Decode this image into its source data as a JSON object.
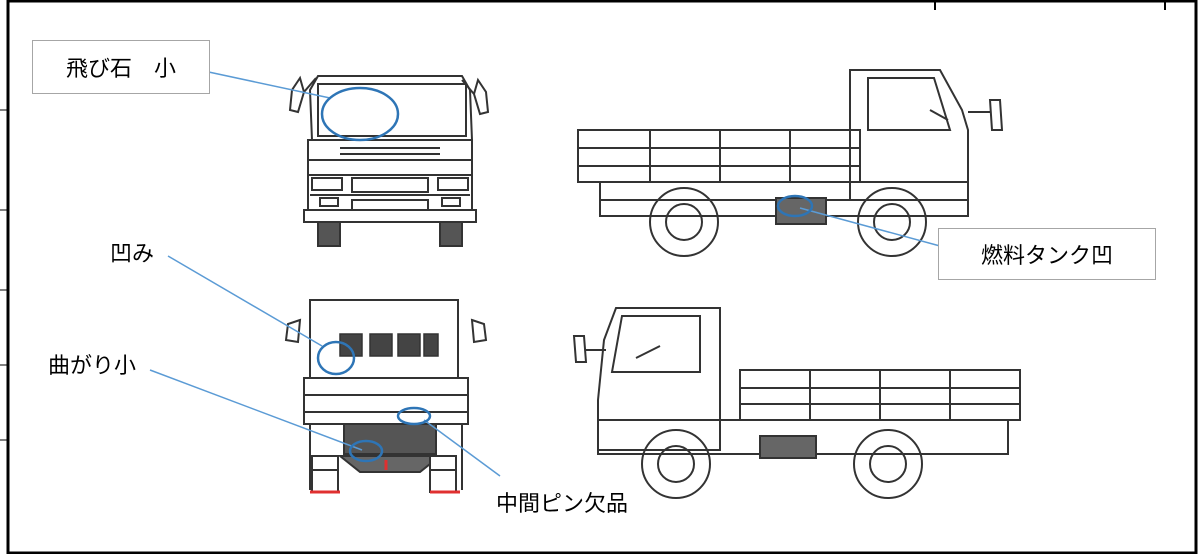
{
  "annotations": {
    "chip_small": "飛び石　小",
    "fuel_tank_dent": "燃料タンク凹",
    "dent": "凹み",
    "bend_small": "曲がり小",
    "middle_pin_missing": "中間ピン欠品"
  },
  "colors": {
    "leader_line": "#5b9bd5",
    "marker_ellipse": "#2e75b6",
    "frame": "#000000",
    "label_border": "#a6a6a6",
    "drawing": "#333333",
    "red_accent": "#e03030"
  },
  "icons": {
    "front_view": "truck-front-icon",
    "rear_view": "truck-rear-icon",
    "side_right": "truck-side-right-icon",
    "side_left": "truck-side-left-icon"
  }
}
